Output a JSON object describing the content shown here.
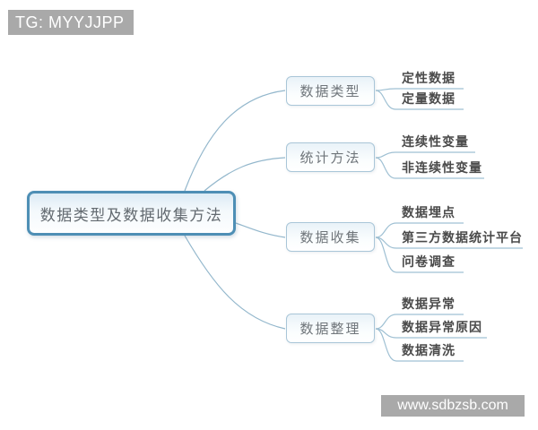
{
  "watermarks": {
    "top_left": "TG: MYYJJPP",
    "bottom_right": "www.sdbzsb.com"
  },
  "mindmap": {
    "root": {
      "label": "数据类型及数据收集方法"
    },
    "branches": [
      {
        "label": "数据类型",
        "children": [
          "定性数据",
          "定量数据"
        ]
      },
      {
        "label": "统计方法",
        "children": [
          "连续性变量",
          "非连续性变量"
        ]
      },
      {
        "label": "数据收集",
        "children": [
          "数据埋点",
          "第三方数据统计平台",
          "问卷调查"
        ]
      },
      {
        "label": "数据整理",
        "children": [
          "数据异常",
          "数据异常原因",
          "数据清洗"
        ]
      }
    ]
  },
  "colors": {
    "root_border": "#4e8fb5",
    "branch_border": "#a9c6d8",
    "connector_line": "#9fc0d3",
    "node_fill_top": "#dcebf5",
    "leaf_text": "#4a4a4a",
    "branch_text": "#6f757a",
    "watermark_bg": "#a9a9a9",
    "watermark_text": "#ffffff",
    "background": "#ffffff"
  }
}
